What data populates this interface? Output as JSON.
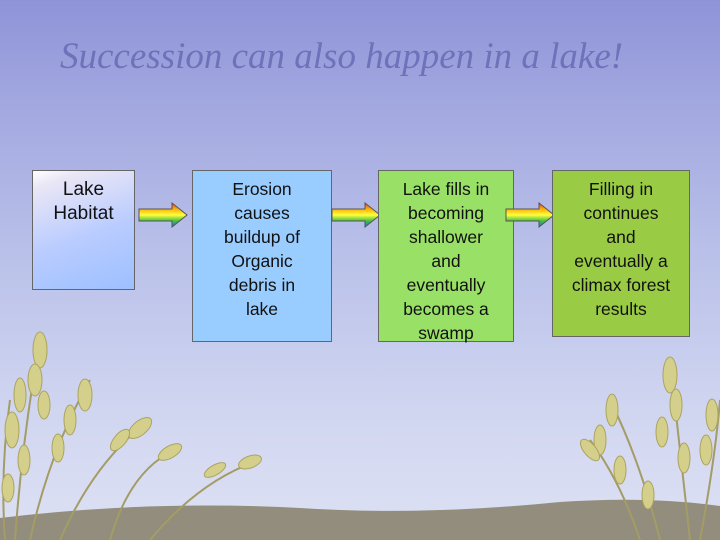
{
  "slide": {
    "title": "Succession can also happen in a lake!",
    "steps": [
      {
        "lines": [
          "Lake",
          "Habitat"
        ],
        "color": "#9dc0ff"
      },
      {
        "lines": [
          "Erosion",
          "causes",
          "buildup of",
          "Organic",
          "debris in",
          "lake"
        ],
        "color": "#99ccff"
      },
      {
        "lines": [
          "Lake fills in",
          "becoming",
          "shallower",
          "and",
          "eventually",
          "becomes a",
          "swamp"
        ],
        "color": "#99e066"
      },
      {
        "lines": [
          "Filling in",
          "continues",
          "and",
          "eventually a",
          "climax forest",
          "results"
        ],
        "color": "#99cc44"
      }
    ]
  },
  "colors": {
    "title": "#6e72ba",
    "grass": "#d4cf8a",
    "ground": "#8a8470"
  },
  "icons": {
    "arrow": "rainbow-arrow-right-icon",
    "decoration": "grass-stalks"
  }
}
